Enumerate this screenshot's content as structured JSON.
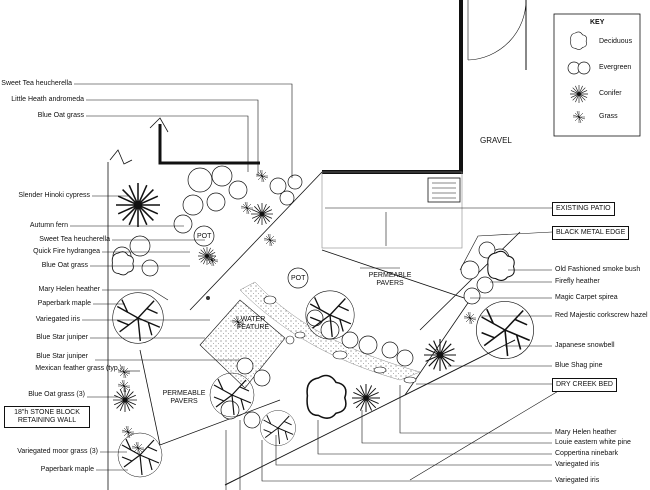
{
  "key": {
    "title": "KEY",
    "items": [
      {
        "label": "Deciduous",
        "icon": "deciduous-symbol-icon"
      },
      {
        "label": "Evergreen",
        "icon": "evergreen-symbol-icon"
      },
      {
        "label": "Conifer",
        "icon": "conifer-symbol-icon"
      },
      {
        "label": "Grass",
        "icon": "grass-symbol-icon"
      }
    ]
  },
  "left_labels": [
    "Sweet Tea heucherella",
    "Little Heath andromeda",
    "Blue Oat grass",
    "Slender Hinoki cypress",
    "Autumn fern",
    "Sweet Tea heucherella",
    "Quick Fire hydrangea",
    "Blue Oat grass",
    "Mary Helen heather",
    "Paperbark maple",
    "Variegated iris",
    "Blue Star juniper",
    "Blue Star juniper",
    "Mexican feather grass (typ.)",
    "Blue Oat grass (3)",
    "Variegated moor grass (3)",
    "Paperbark maple"
  ],
  "retaining_wall": [
    "18\"h STONE BLOCK",
    "RETAINING WALL"
  ],
  "right_labels": [
    "Old Fashioned smoke bush",
    "Firefly heather",
    "Magic Carpet spirea",
    "Red Majestic corkscrew hazel",
    "Japanese snowbell",
    "Blue Shag pine"
  ],
  "right_boxes": {
    "existing_patio": "EXISTING PATIO",
    "black_metal_edge": "BLACK METAL EDGE",
    "dry_creek_bed": "DRY CREEK BED"
  },
  "bottom_labels": [
    "Mary Helen heather",
    "Louie eastern white pine",
    "Coppertina ninebark",
    "Variegated iris",
    "Variegated iris"
  ],
  "areas": {
    "gravel": "GRAVEL",
    "water_feature": [
      "WATER",
      "FEATURE"
    ],
    "pavers_right": [
      "PERMEABLE",
      "PAVERS"
    ],
    "pavers_left": [
      "PERMEABLE",
      "PAVERS"
    ],
    "pot": "POT"
  }
}
